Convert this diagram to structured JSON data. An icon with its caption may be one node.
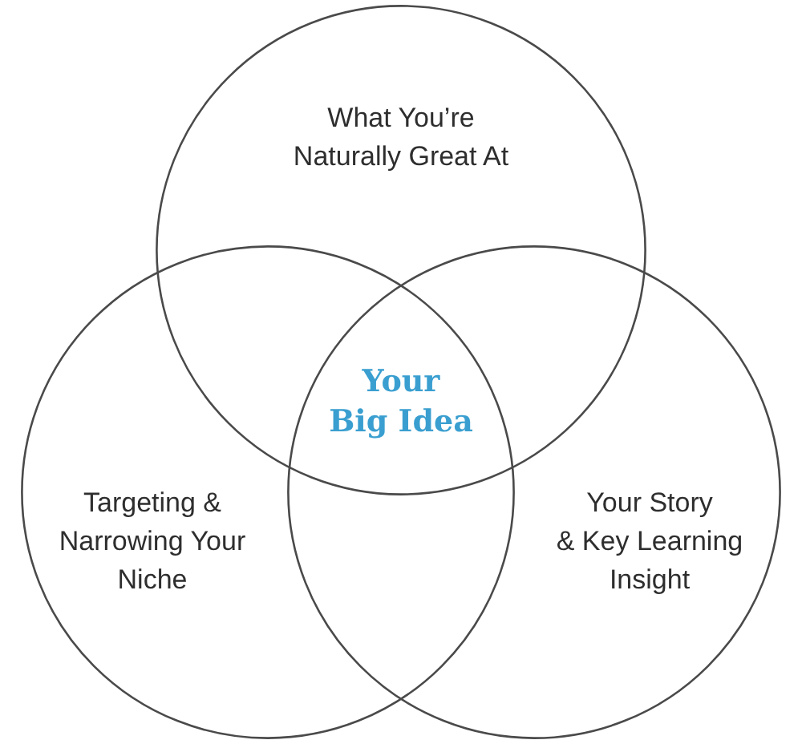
{
  "diagram": {
    "nodes": [
      {
        "text": [
          "What You’re Naturally Great At"
        ]
      },
      {
        "text": [
          "Targeting & Narrowing Your Niche"
        ]
      },
      {
        "text": [
          "Your Story & Key Learning Insight"
        ]
      }
    ],
    "labels": [
      "Your Big Idea"
    ]
  }
}
